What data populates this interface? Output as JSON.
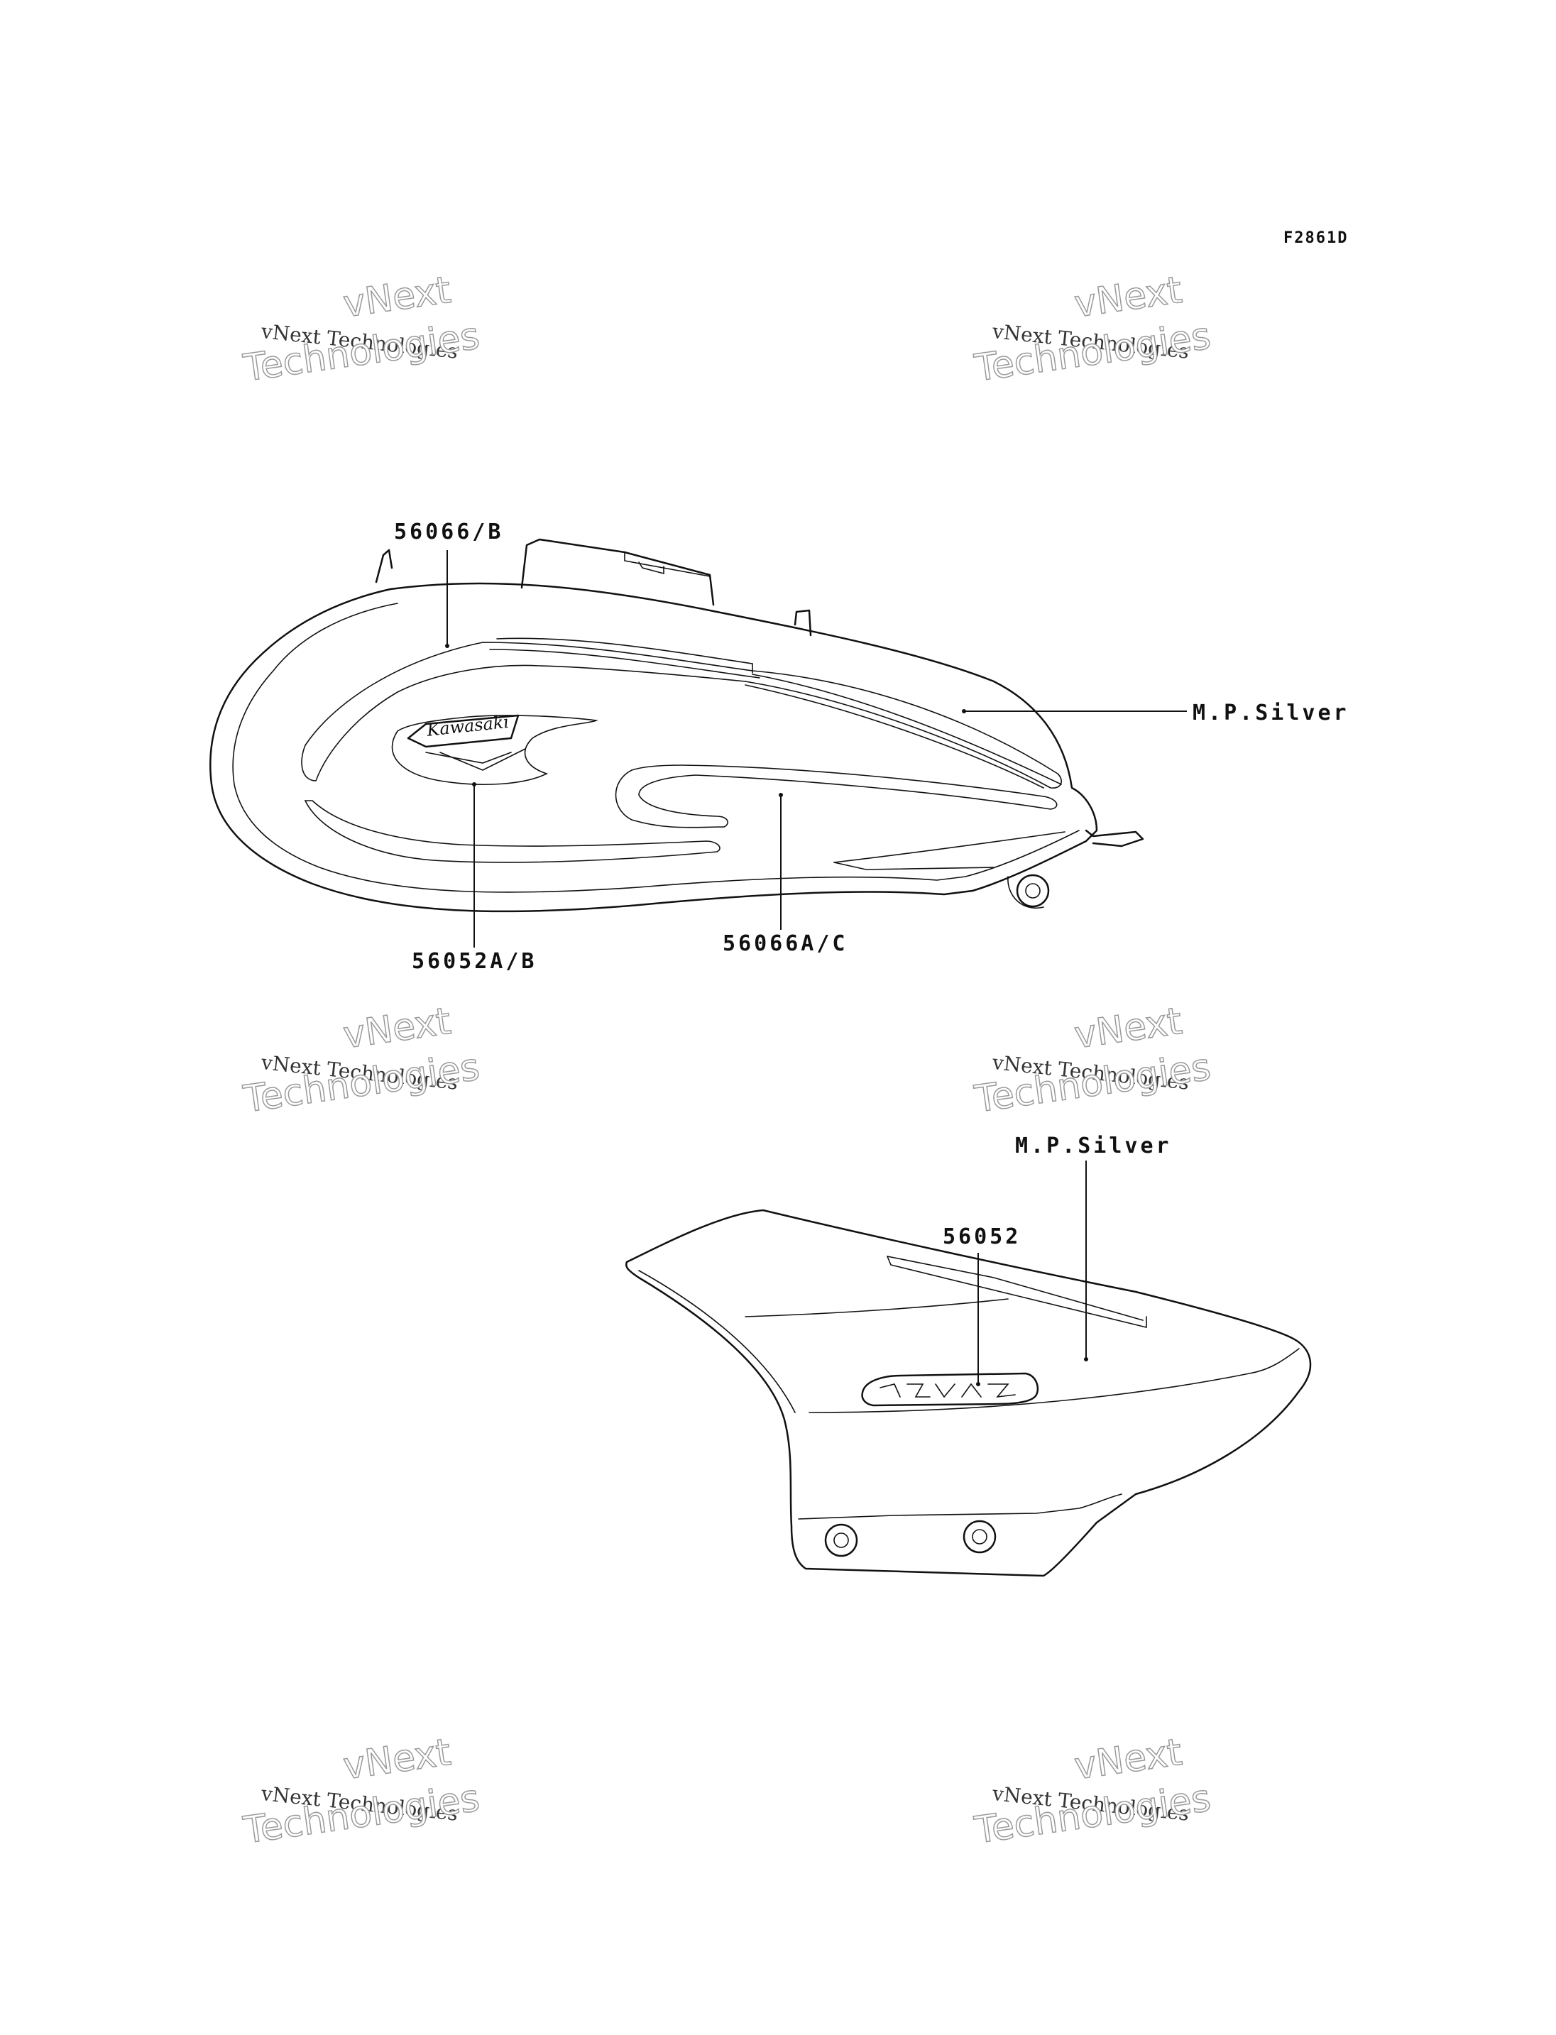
{
  "figure_id": "F2861D",
  "watermark": {
    "line1": "vNext Technologies",
    "line2_a": "vNext",
    "line2_b": "Technologies"
  },
  "tank": {
    "logo_text": "Kawasaki",
    "callouts": {
      "top": "56066/B",
      "color": "M.P.Silver",
      "emblem": "56052A/B",
      "stripe": "56066A/C"
    }
  },
  "side_cover": {
    "callouts": {
      "color": "M.P.Silver",
      "decal": "56052"
    }
  }
}
